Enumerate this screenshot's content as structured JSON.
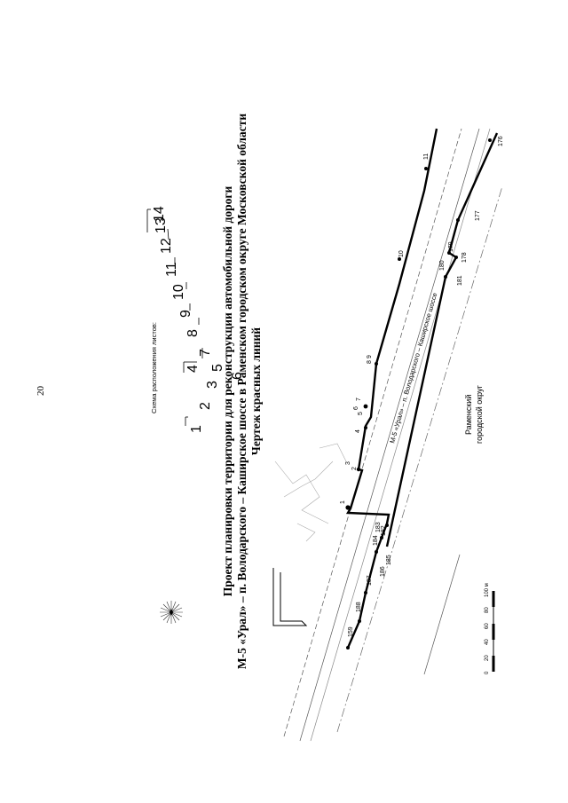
{
  "page_number": "20",
  "title": {
    "line1": "Проект планировки территории для реконструкции автомобильной дороги",
    "line2": "М-5 «Урал» – п. Володарского – Каширское шоссе в Раменском городском округе Московской области",
    "line3": "Чертеж красных линий"
  },
  "sheet_scheme": {
    "label": "Схема расположения листов:",
    "numbers": [
      "1",
      "2",
      "3",
      "4",
      "5",
      "6",
      "7",
      "8",
      "9",
      "10",
      "11",
      "12",
      "13",
      "14"
    ]
  },
  "map": {
    "road_label": "М-5 «Урал» – п. Володарского – Каширское шоссе",
    "district_label_1": "Раменский",
    "district_label_2": "городской округ",
    "north_line_points": [
      "1",
      "2",
      "3",
      "4",
      "5",
      "6",
      "7",
      "8",
      "9",
      "10",
      "11",
      "159",
      "188",
      "187",
      "186",
      "185",
      "184",
      "183",
      "182"
    ],
    "south_line_points": [
      "176",
      "177",
      "178",
      "179",
      "180",
      "181"
    ]
  },
  "scale_bar": {
    "ticks": [
      "0",
      "20",
      "40",
      "60",
      "80",
      "100 м"
    ]
  },
  "icons": {
    "compass": "compass-rose-icon"
  }
}
